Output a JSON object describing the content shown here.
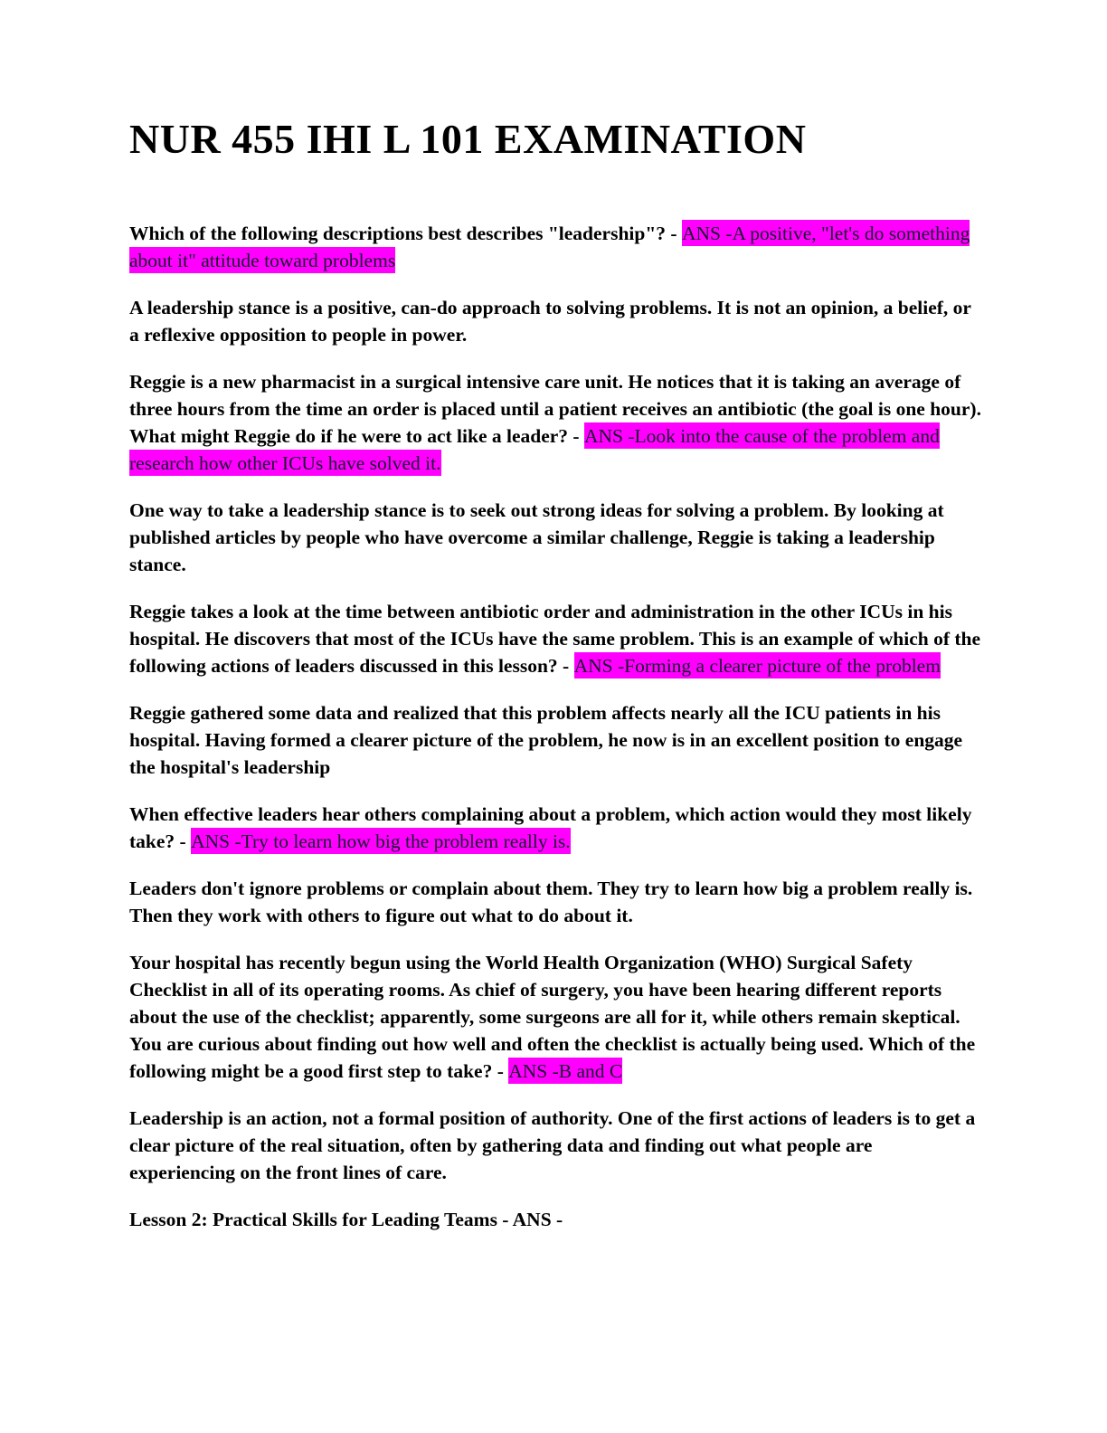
{
  "page": {
    "title": "NUR 455 IHI L 101 EXAMINATION",
    "background_color": "#ffffff",
    "text_color": "#000000",
    "highlight_color": "#ff00ff",
    "highlight_text_color": "#181830"
  },
  "paragraphs": [
    {
      "segments": [
        {
          "text": "Which of the following descriptions best describes \"leadership\"? - ",
          "highlight": false
        },
        {
          "text": "ANS -A positive, \"let's do something about it\" attitude toward problems",
          "highlight": true
        }
      ]
    },
    {
      "segments": [
        {
          "text": "A leadership stance is a positive, can-do approach to solving problems. It is not an opinion, a belief, or a reflexive opposition to people in power.",
          "highlight": false
        }
      ]
    },
    {
      "segments": [
        {
          "text": "Reggie is a new pharmacist in a surgical intensive care unit. He notices that it is taking an average of three hours from the time an order is placed until a patient receives an antibiotic (the goal is one hour). What might Reggie do if he were to act like a leader? - ",
          "highlight": false
        },
        {
          "text": "ANS -Look into the cause of the problem and research how other ICUs have solved it.",
          "highlight": true
        }
      ]
    },
    {
      "segments": [
        {
          "text": "One way to take a leadership stance is to seek out strong ideas for solving a problem. By looking at published articles by people who have overcome a similar challenge, Reggie is taking a leadership stance.",
          "highlight": false
        }
      ]
    },
    {
      "segments": [
        {
          "text": "Reggie takes a look at the time between antibiotic order and administration in the other ICUs in his hospital. He discovers that most of the ICUs have the same problem. This is an example of which of the following actions of leaders discussed in this lesson? - ",
          "highlight": false
        },
        {
          "text": "ANS -Forming a clearer picture of the problem",
          "highlight": true
        }
      ]
    },
    {
      "segments": [
        {
          "text": "Reggie gathered some data and realized that this problem affects nearly all the ICU patients in his hospital. Having formed a clearer picture of the problem, he now is in an excellent position to engage the hospital's leadership",
          "highlight": false
        }
      ]
    },
    {
      "segments": [
        {
          "text": "When effective leaders hear others complaining about a problem, which action would they most likely take? - ",
          "highlight": false
        },
        {
          "text": "ANS -Try to learn how big the problem really is.",
          "highlight": true
        }
      ]
    },
    {
      "segments": [
        {
          "text": "Leaders don't ignore problems or complain about them. They try to learn how big a problem really is. Then they work with others to figure out what to do about it.",
          "highlight": false
        }
      ]
    },
    {
      "segments": [
        {
          "text": "Your hospital has recently begun using the World Health Organization (WHO) Surgical Safety Checklist in all of its operating rooms. As chief of surgery, you have been hearing different reports about the use of the checklist; apparently, some surgeons are all for it, while others remain skeptical. You are curious about finding out how well and often the checklist is actually being used. Which of the following might be a good first step to take? - ",
          "highlight": false
        },
        {
          "text": "ANS -B and C",
          "highlight": true
        }
      ]
    },
    {
      "segments": [
        {
          "text": "Leadership is an action, not a formal position of authority. One of the first actions of leaders is to get a clear picture of the real situation, often by gathering data and finding out what people are experiencing on the front lines of care.",
          "highlight": false
        }
      ]
    },
    {
      "segments": [
        {
          "text": "Lesson 2: Practical Skills for Leading Teams - ANS -",
          "highlight": false
        }
      ]
    }
  ]
}
